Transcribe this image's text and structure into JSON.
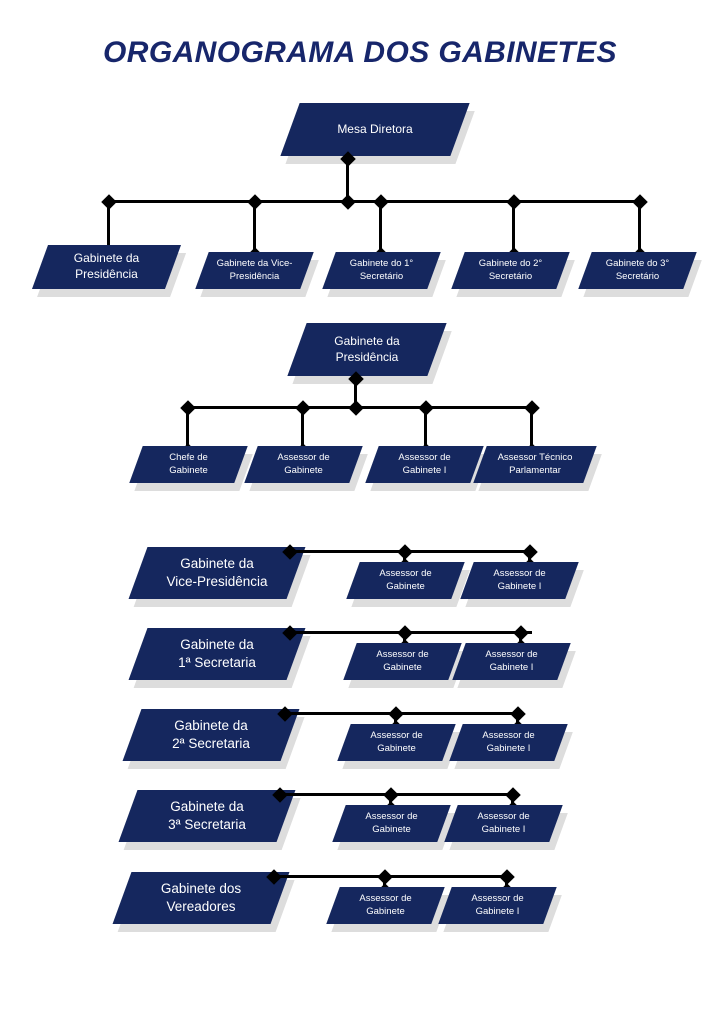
{
  "title": "ORGANOGRAMA DOS GABINETES",
  "colors": {
    "navy": "#15275e",
    "title": "#17266b",
    "shadow": "#dddddd",
    "connector": "#000000",
    "label": "#ffffff",
    "background": "#ffffff"
  },
  "root": {
    "label": "Mesa Diretora"
  },
  "level1": [
    {
      "label": "Gabinete da\nPresidência"
    },
    {
      "label": "Gabinete da Vice-\nPresidência"
    },
    {
      "label": "Gabinete do 1°\nSecretário"
    },
    {
      "label": "Gabinete do 2°\nSecretário"
    },
    {
      "label": "Gabinete do 3°\nSecretário"
    }
  ],
  "presidency": {
    "parent": "Gabinete da\nPresidência",
    "children": [
      {
        "label": "Chefe de\nGabinete"
      },
      {
        "label": "Assessor de\nGabinete"
      },
      {
        "label": "Assessor de\nGabinete I"
      },
      {
        "label": "Assessor Técnico\nParlamentar"
      }
    ]
  },
  "offices": [
    {
      "label": "Gabinete da\nVice-Presidência",
      "children": [
        {
          "label": "Assessor de\nGabinete"
        },
        {
          "label": "Assessor de\nGabinete I"
        }
      ]
    },
    {
      "label": "Gabinete da\n1ª Secretaria",
      "children": [
        {
          "label": "Assessor de\nGabinete"
        },
        {
          "label": "Assessor de\nGabinete I"
        }
      ]
    },
    {
      "label": "Gabinete da\n2ª Secretaria",
      "children": [
        {
          "label": "Assessor de\nGabinete"
        },
        {
          "label": "Assessor de\nGabinete I"
        }
      ]
    },
    {
      "label": "Gabinete da\n3ª Secretaria",
      "children": [
        {
          "label": "Assessor de\nGabinete"
        },
        {
          "label": "Assessor de\nGabinete I"
        }
      ]
    },
    {
      "label": "Gabinete dos\nVereadores",
      "children": [
        {
          "label": "Assessor de\nGabinete"
        },
        {
          "label": "Assessor de\nGabinete I"
        }
      ]
    }
  ]
}
